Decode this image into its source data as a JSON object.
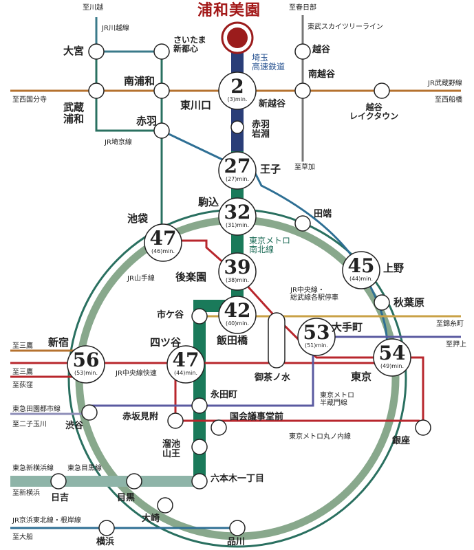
{
  "title": "浦和美園",
  "lines": {
    "saitama_kosoku": "埼玉\n高速鉄道",
    "namboku": "東京メトロ\n南北線",
    "kawagoe": "JR川越線",
    "saikyo": "JR埼京線",
    "yamanote": "JR山手線",
    "musashino": "JR武蔵野線",
    "tobu": "東武スカイツリーライン",
    "chuo_local": "JR中央線・\n総武線各駅停車",
    "chuo_rapid": "JR中央線快速",
    "hanzomon": "東京メトロ\n半蔵門線",
    "marunouchi": "東京メトロ丸ノ内線",
    "den_en_toshi": "東急田園都市線",
    "shin_yokohama": "東急新横浜線",
    "meguro": "東急目黒線",
    "keihin": "JR京浜東北線・根岸線"
  },
  "directions": {
    "to_kawagoe": "至川越",
    "to_kasukabe": "至春日部",
    "to_nishi_kokubunji": "至西国分寺",
    "to_nishi_funabashi": "至西船橋",
    "to_soka": "至草加",
    "to_kinshicho": "至錦糸町",
    "to_oshiage": "至押上",
    "to_mitaka1": "至三鷹",
    "to_mitaka2": "至三鷹",
    "to_ogikubo": "至荻窪",
    "to_futako": "至二子玉川",
    "to_shin_yokohama": "至新横浜",
    "to_ofuna": "至大船"
  },
  "stations": {
    "omiya": "大宮",
    "saitama_shintoshin": "さいたま\n新都心",
    "minami_urawa": "南浦和",
    "musashi_urawa": "武蔵\n浦和",
    "akabane": "赤羽",
    "higashi_kawaguchi": "東川口",
    "akabane_iwabuchi": "赤羽\n岩淵",
    "oji": "王子",
    "komagome": "駒込",
    "tabata": "田端",
    "ikebukuro": "池袋",
    "korakuen": "後楽園",
    "ueno": "上野",
    "akihabara": "秋葉原",
    "ichigaya": "市ケ谷",
    "iidabashi": "飯田橋",
    "ochanomizu": "御茶ノ水",
    "otemachi": "大手町",
    "shinjuku": "新宿",
    "yotsuya": "四ツ谷",
    "tokyo": "東京",
    "nagatacho": "永田町",
    "akasaka_mitsuke": "赤坂見附",
    "kokkai": "国会議事堂前",
    "shibuya": "渋谷",
    "tameike": "溜池\n山王",
    "ginza": "銀座",
    "roppongi": "六本木一丁目",
    "hiyoshi": "日吉",
    "meguro": "目黒",
    "osaki": "大崎",
    "yokohama": "横浜",
    "shinagawa": "品川",
    "koshigaya": "越谷",
    "minami_koshigaya": "南越谷",
    "shin_koshigaya": "新越谷",
    "koshigaya_laketown": "越谷\nレイクタウン"
  },
  "times": [
    {
      "id": "higashi_kawaguchi",
      "n": "2",
      "m": "(3)min."
    },
    {
      "id": "oji",
      "n": "27",
      "m": "(27)min."
    },
    {
      "id": "komagome",
      "n": "32",
      "m": "(31)min."
    },
    {
      "id": "ikebukuro",
      "n": "47",
      "m": "(46)min."
    },
    {
      "id": "korakuen",
      "n": "39",
      "m": "(38)min."
    },
    {
      "id": "ueno",
      "n": "45",
      "m": "(44)min."
    },
    {
      "id": "iidabashi",
      "n": "42",
      "m": "(40)min."
    },
    {
      "id": "otemachi",
      "n": "53",
      "m": "(51)min."
    },
    {
      "id": "shinjuku",
      "n": "56",
      "m": "(53)min."
    },
    {
      "id": "yotsuya",
      "n": "47",
      "m": "(44)min."
    },
    {
      "id": "tokyo",
      "n": "54",
      "m": "(49)min."
    }
  ],
  "colors": {
    "namboku": "#1a7a5a",
    "saitama": "#2a3e78",
    "yamanote": "#7a9a7e",
    "keihin": "#2e6f94",
    "saikyo": "#2a7060",
    "musashino": "#b5722f",
    "marunouchi": "#b8262c",
    "hanzomon": "#5a5aa0",
    "den_en": "#8e8eb8",
    "tokyu": "#8eb4a8",
    "kawagoe": "#3a7a8a",
    "tobu": "#666666",
    "chuo": "#c9a146"
  }
}
